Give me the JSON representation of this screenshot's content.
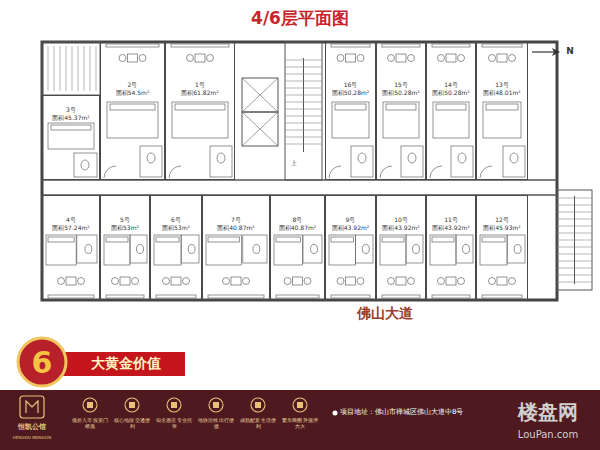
{
  "diagram": {
    "title": "4/6层平面图",
    "nodes": [
      {
        "text": [
          "3号",
          "面积45.37m²"
        ]
      },
      {
        "text": [
          "2号",
          "面积54.5m²"
        ]
      },
      {
        "text": [
          "1号",
          "面积61.82m²"
        ]
      },
      {
        "text": [
          "16号",
          "面积50.28m²"
        ]
      },
      {
        "text": [
          "15号",
          "面积50.28m²"
        ]
      },
      {
        "text": [
          "14号",
          "面积50.28m²"
        ]
      },
      {
        "text": [
          "13号",
          "面积48.01m²"
        ]
      },
      {
        "text": [
          "4号",
          "面积57.24m²"
        ]
      },
      {
        "text": [
          "5号",
          "面积53m²"
        ]
      },
      {
        "text": [
          "6号",
          "面积53m²"
        ]
      },
      {
        "text": [
          "7号",
          "面积40.87m²"
        ]
      },
      {
        "text": [
          "8号",
          "面积40.87m²"
        ]
      },
      {
        "text": [
          "9号",
          "面积43.92m²"
        ]
      },
      {
        "text": [
          "10号",
          "面积43.92m²"
        ]
      },
      {
        "text": [
          "11号",
          "面积43.92m²"
        ]
      },
      {
        "text": [
          "12号",
          "面积45.93m²"
        ]
      }
    ],
    "labels": [
      "N",
      "上",
      "佛山大道",
      "6",
      "大黄金价值",
      "恒凯公馆",
      "HENGKAI MANSION",
      "低价入市 投资门槛低",
      "核心地段 交通便利",
      "知名酒店 专业托管",
      "地铁沿线 出行便捷",
      "成熟配套 生活便利",
      "繁华商圈 升值潜力大",
      "项目地址：佛山市禅城区佛山大道中8号",
      "楼盘网",
      "LouPan.com"
    ]
  }
}
